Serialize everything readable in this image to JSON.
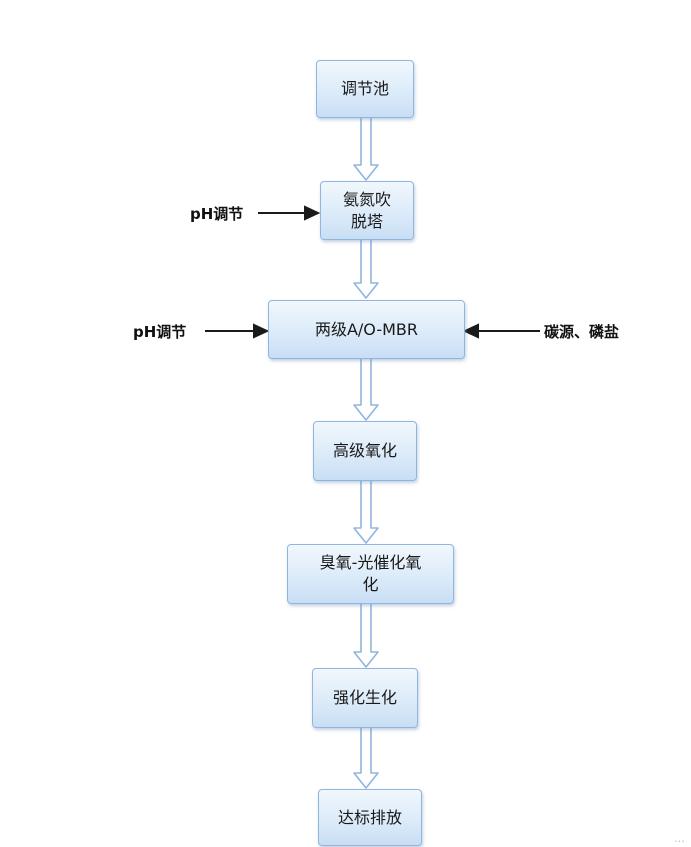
{
  "nodes": [
    {
      "id": "tiaojiechi",
      "label": "调节池"
    },
    {
      "id": "anqichuituota",
      "label": "氨氮吹\n脱塔"
    },
    {
      "id": "ao-mbr",
      "label": "两级A/O-MBR"
    },
    {
      "id": "gaojiyanghua",
      "label": "高级氧化"
    },
    {
      "id": "chouyang-guangcuihua",
      "label": "臭氧-光催化氧\n化"
    },
    {
      "id": "qianghuashenghua",
      "label": "强化生化"
    },
    {
      "id": "dabiaopaifang",
      "label": "达标排放"
    }
  ],
  "inputs": {
    "ph_top": "pH调节",
    "ph_mid": "pH调节",
    "carbon_phosphate": "碳源、磷盐"
  },
  "watermark": "…"
}
